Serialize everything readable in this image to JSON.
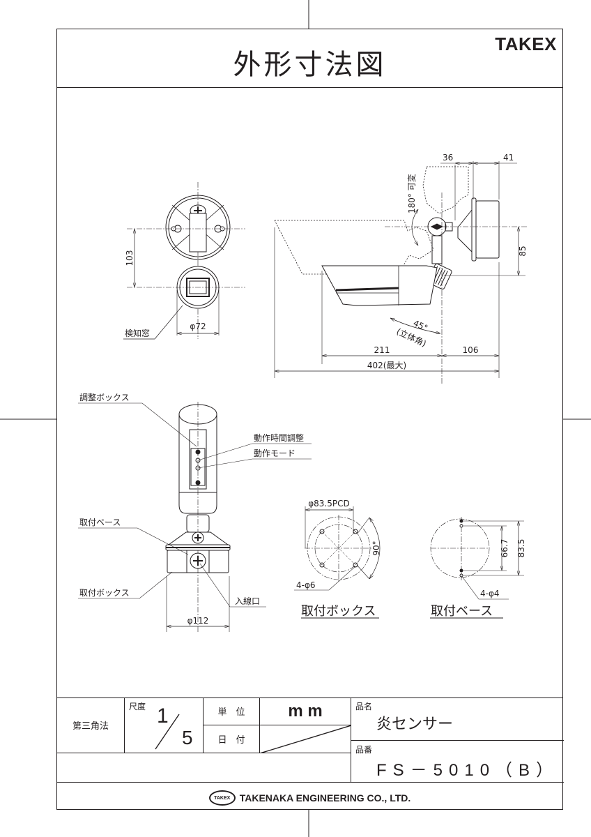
{
  "header": {
    "title": "外形寸法図",
    "brand": "TAKEX"
  },
  "front_view": {
    "dimension_height": "103",
    "dimension_diameter": "φ72",
    "label_detection_window": "検知窓"
  },
  "side_view": {
    "dim_top_left": "36",
    "dim_top_right": "41",
    "rotation_label": "180° 可変",
    "dim_vertical": "85",
    "angle_label": "45°",
    "angle_sublabel": "(立体角)",
    "dim_sensor_length": "211",
    "dim_base_length": "106",
    "dim_total": "402(最大)"
  },
  "rear_view": {
    "label_adjust_box": "調整ボックス",
    "label_timer_adjust": "動作時間調整",
    "label_mode": "動作モード",
    "label_mount_base": "取付ベース",
    "label_mount_box": "取付ボックス",
    "label_cable_entry": "入線口",
    "dimension_diameter": "φ112"
  },
  "mount_box_view": {
    "pcd_label": "φ83.5PCD",
    "angle_label": "90°",
    "holes_label": "4-φ6",
    "caption": "取付ボックス"
  },
  "mount_base_view": {
    "dim_inner": "66.7",
    "dim_outer": "83.5",
    "holes_label": "4-φ4",
    "caption": "取付ベース"
  },
  "title_block": {
    "projection": "第三角法",
    "scale_label": "尺度",
    "scale_numerator": "1",
    "scale_denominator": "5",
    "unit_label": "単　位",
    "unit_value": "m m",
    "date_label": "日　付",
    "product_name_label": "品名",
    "product_name": "炎センサー",
    "product_number_label": "品番",
    "product_number": "FS－5010（B）"
  },
  "footer": {
    "logo_text": "TAKEX",
    "company": "TAKENAKA ENGINEERING CO., LTD."
  }
}
